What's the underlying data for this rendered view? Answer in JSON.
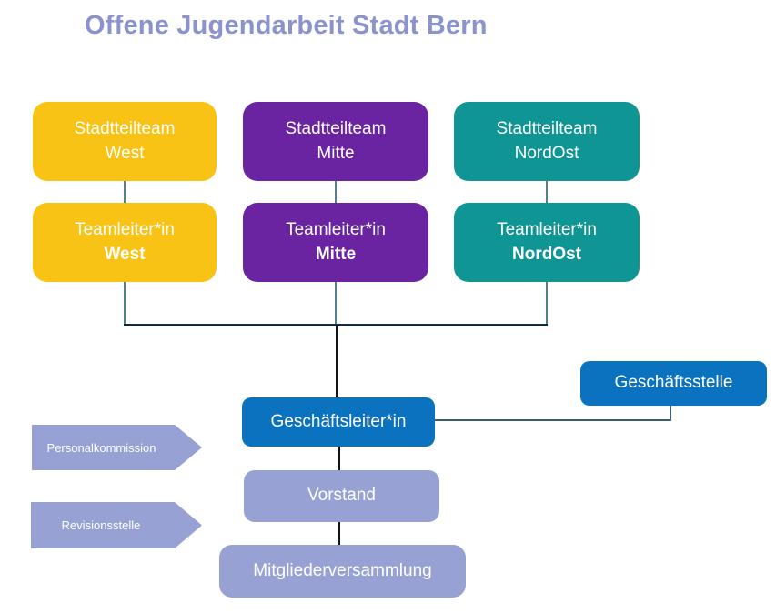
{
  "title": "Offene Jugendarbeit Stadt Bern",
  "columns": [
    {
      "name": "west",
      "color": "#F9C316",
      "team_line1": "Stadtteilteam",
      "team_line2": "West",
      "leader_line1": "Teamleiter*in",
      "leader_line2": "West"
    },
    {
      "name": "mitte",
      "color": "#6B24A1",
      "team_line1": "Stadtteilteam",
      "team_line2": "Mitte",
      "leader_line1": "Teamleiter*in",
      "leader_line2": "Mitte"
    },
    {
      "name": "nordost",
      "color": "#0F9593",
      "team_line1": "Stadtteilteam",
      "team_line2": "NordOst",
      "leader_line1": "Teamleiter*in",
      "leader_line2": "NordOst"
    }
  ],
  "management": {
    "geschaeftsleiter": "Geschäftsleiter*in",
    "geschaeftsstelle": "Geschäftsstelle",
    "vorstand": "Vorstand",
    "mitgliederversammlung": "Mitgliederversammlung"
  },
  "side_arrows": [
    {
      "label": "Personalkommission"
    },
    {
      "label": "Revisionsstelle"
    }
  ],
  "colors": {
    "title_text": "#8A93CE",
    "blue_box": "#0B72C0",
    "lavender": "#98A1D4",
    "connector_slate": "#54808E",
    "connector_navy": "#0E2C44",
    "connector_black": "#101418",
    "box_text": "#FFFFFF"
  }
}
